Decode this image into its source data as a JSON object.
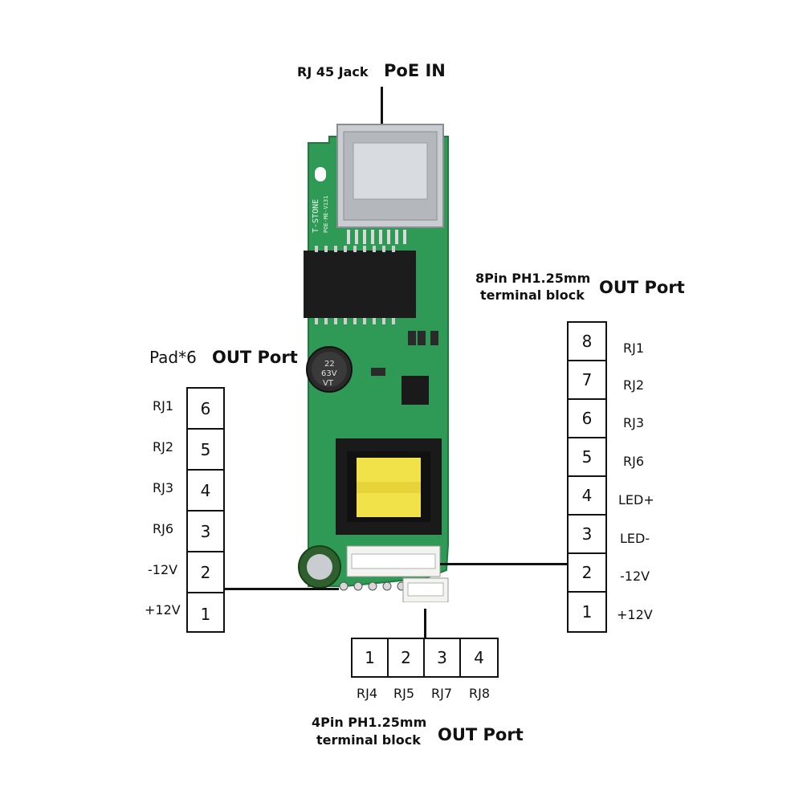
{
  "top": {
    "jack_label": "RJ 45 Jack",
    "poe_label": "PoE IN"
  },
  "left_block": {
    "title_a": "Pad*6",
    "title_b": "OUT Port",
    "pins": [
      {
        "num": "6",
        "signal": "RJ1"
      },
      {
        "num": "5",
        "signal": "RJ2"
      },
      {
        "num": "4",
        "signal": "RJ3"
      },
      {
        "num": "3",
        "signal": "RJ6"
      },
      {
        "num": "2",
        "signal": "-12V"
      },
      {
        "num": "1",
        "signal": "+12V"
      }
    ]
  },
  "right_block": {
    "title_a_line1": "8Pin PH1.25mm",
    "title_a_line2": "terminal block",
    "title_b": "OUT Port",
    "pins": [
      {
        "num": "8",
        "signal": "RJ1"
      },
      {
        "num": "7",
        "signal": "RJ2"
      },
      {
        "num": "6",
        "signal": "RJ3"
      },
      {
        "num": "5",
        "signal": "RJ6"
      },
      {
        "num": "4",
        "signal": "LED+"
      },
      {
        "num": "3",
        "signal": "LED-"
      },
      {
        "num": "2",
        "signal": "-12V"
      },
      {
        "num": "1",
        "signal": "+12V"
      }
    ]
  },
  "bottom_block": {
    "title_a_line1": "4Pin PH1.25mm",
    "title_a_line2": "terminal block",
    "title_b": "OUT Port",
    "pins": [
      {
        "num": "1",
        "signal": "RJ4"
      },
      {
        "num": "2",
        "signal": "RJ5"
      },
      {
        "num": "3",
        "signal": "RJ7"
      },
      {
        "num": "4",
        "signal": "RJ8"
      }
    ]
  },
  "board": {
    "silk_brand": "T-STONE",
    "silk_model": "POE-ME-V131",
    "cap_line1": "22",
    "cap_line2": "63V",
    "cap_line3": "VT",
    "colors": {
      "pcb": "#2f9a55",
      "pcb_dark": "#1f7a40",
      "transformer_core": "#f2e24a",
      "metal": "#c9ccd0"
    }
  }
}
